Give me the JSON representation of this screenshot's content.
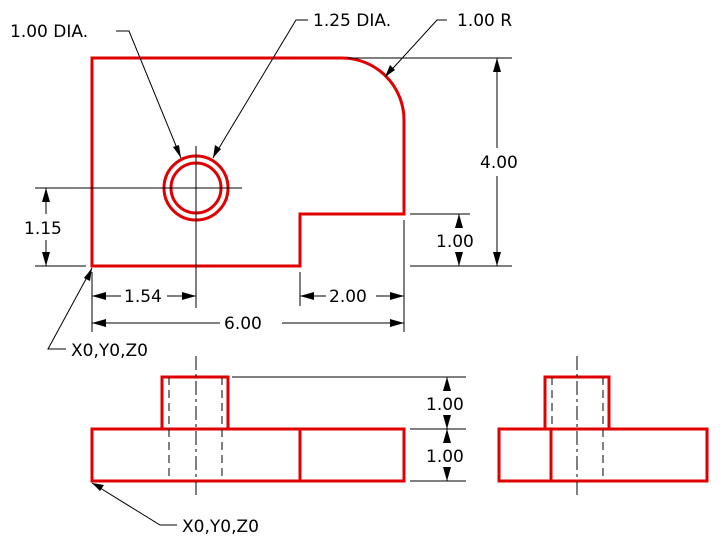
{
  "callouts": {
    "hole_inner": "1.00 DIA.",
    "hole_outer": "1.25 DIA.",
    "fillet_radius": "1.00 R",
    "origin_top": "X0,Y0,Z0",
    "origin_front": "X0,Y0,Z0"
  },
  "dimensions": {
    "height_total": "4.00",
    "step_height": "1.00",
    "hole_y": "1.15",
    "hole_x": "1.54",
    "step_width": "2.00",
    "width_total": "6.00",
    "boss_height": "1.00",
    "base_height": "1.00"
  },
  "colors": {
    "geometry": "#e00000",
    "annotation": "#000000"
  }
}
